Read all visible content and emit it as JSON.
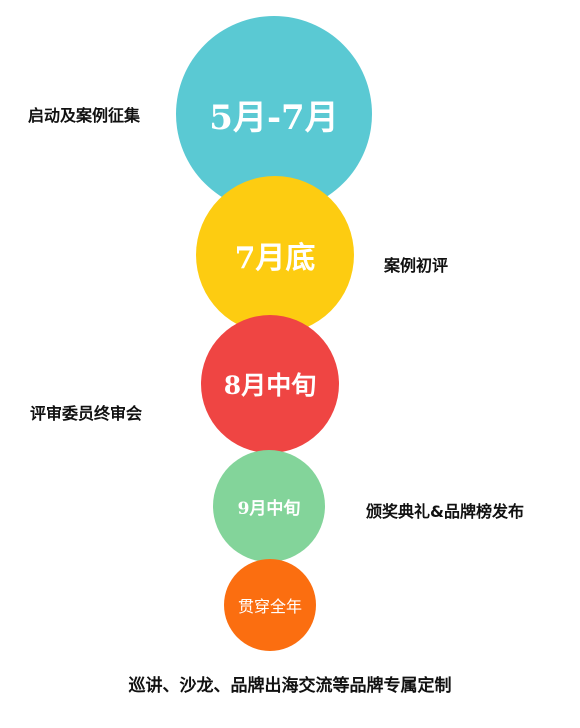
{
  "stages": [
    {
      "date": "5月-7月",
      "label": "启动及案例征集",
      "color": "#5ac9d3"
    },
    {
      "date": "7月底",
      "label": "案例初评",
      "color": "#fdcc11"
    },
    {
      "date": "8月中旬",
      "label": "评审委员终审会",
      "color": "#ef4543"
    },
    {
      "date": "9月中旬",
      "label": "颁奖典礼&品牌榜发布",
      "color": "#83d49a"
    },
    {
      "date": "贯穿全年",
      "label": "",
      "color": "#fb6e10"
    }
  ],
  "footer": "巡讲、沙龙、品牌出海交流等品牌专属定制"
}
